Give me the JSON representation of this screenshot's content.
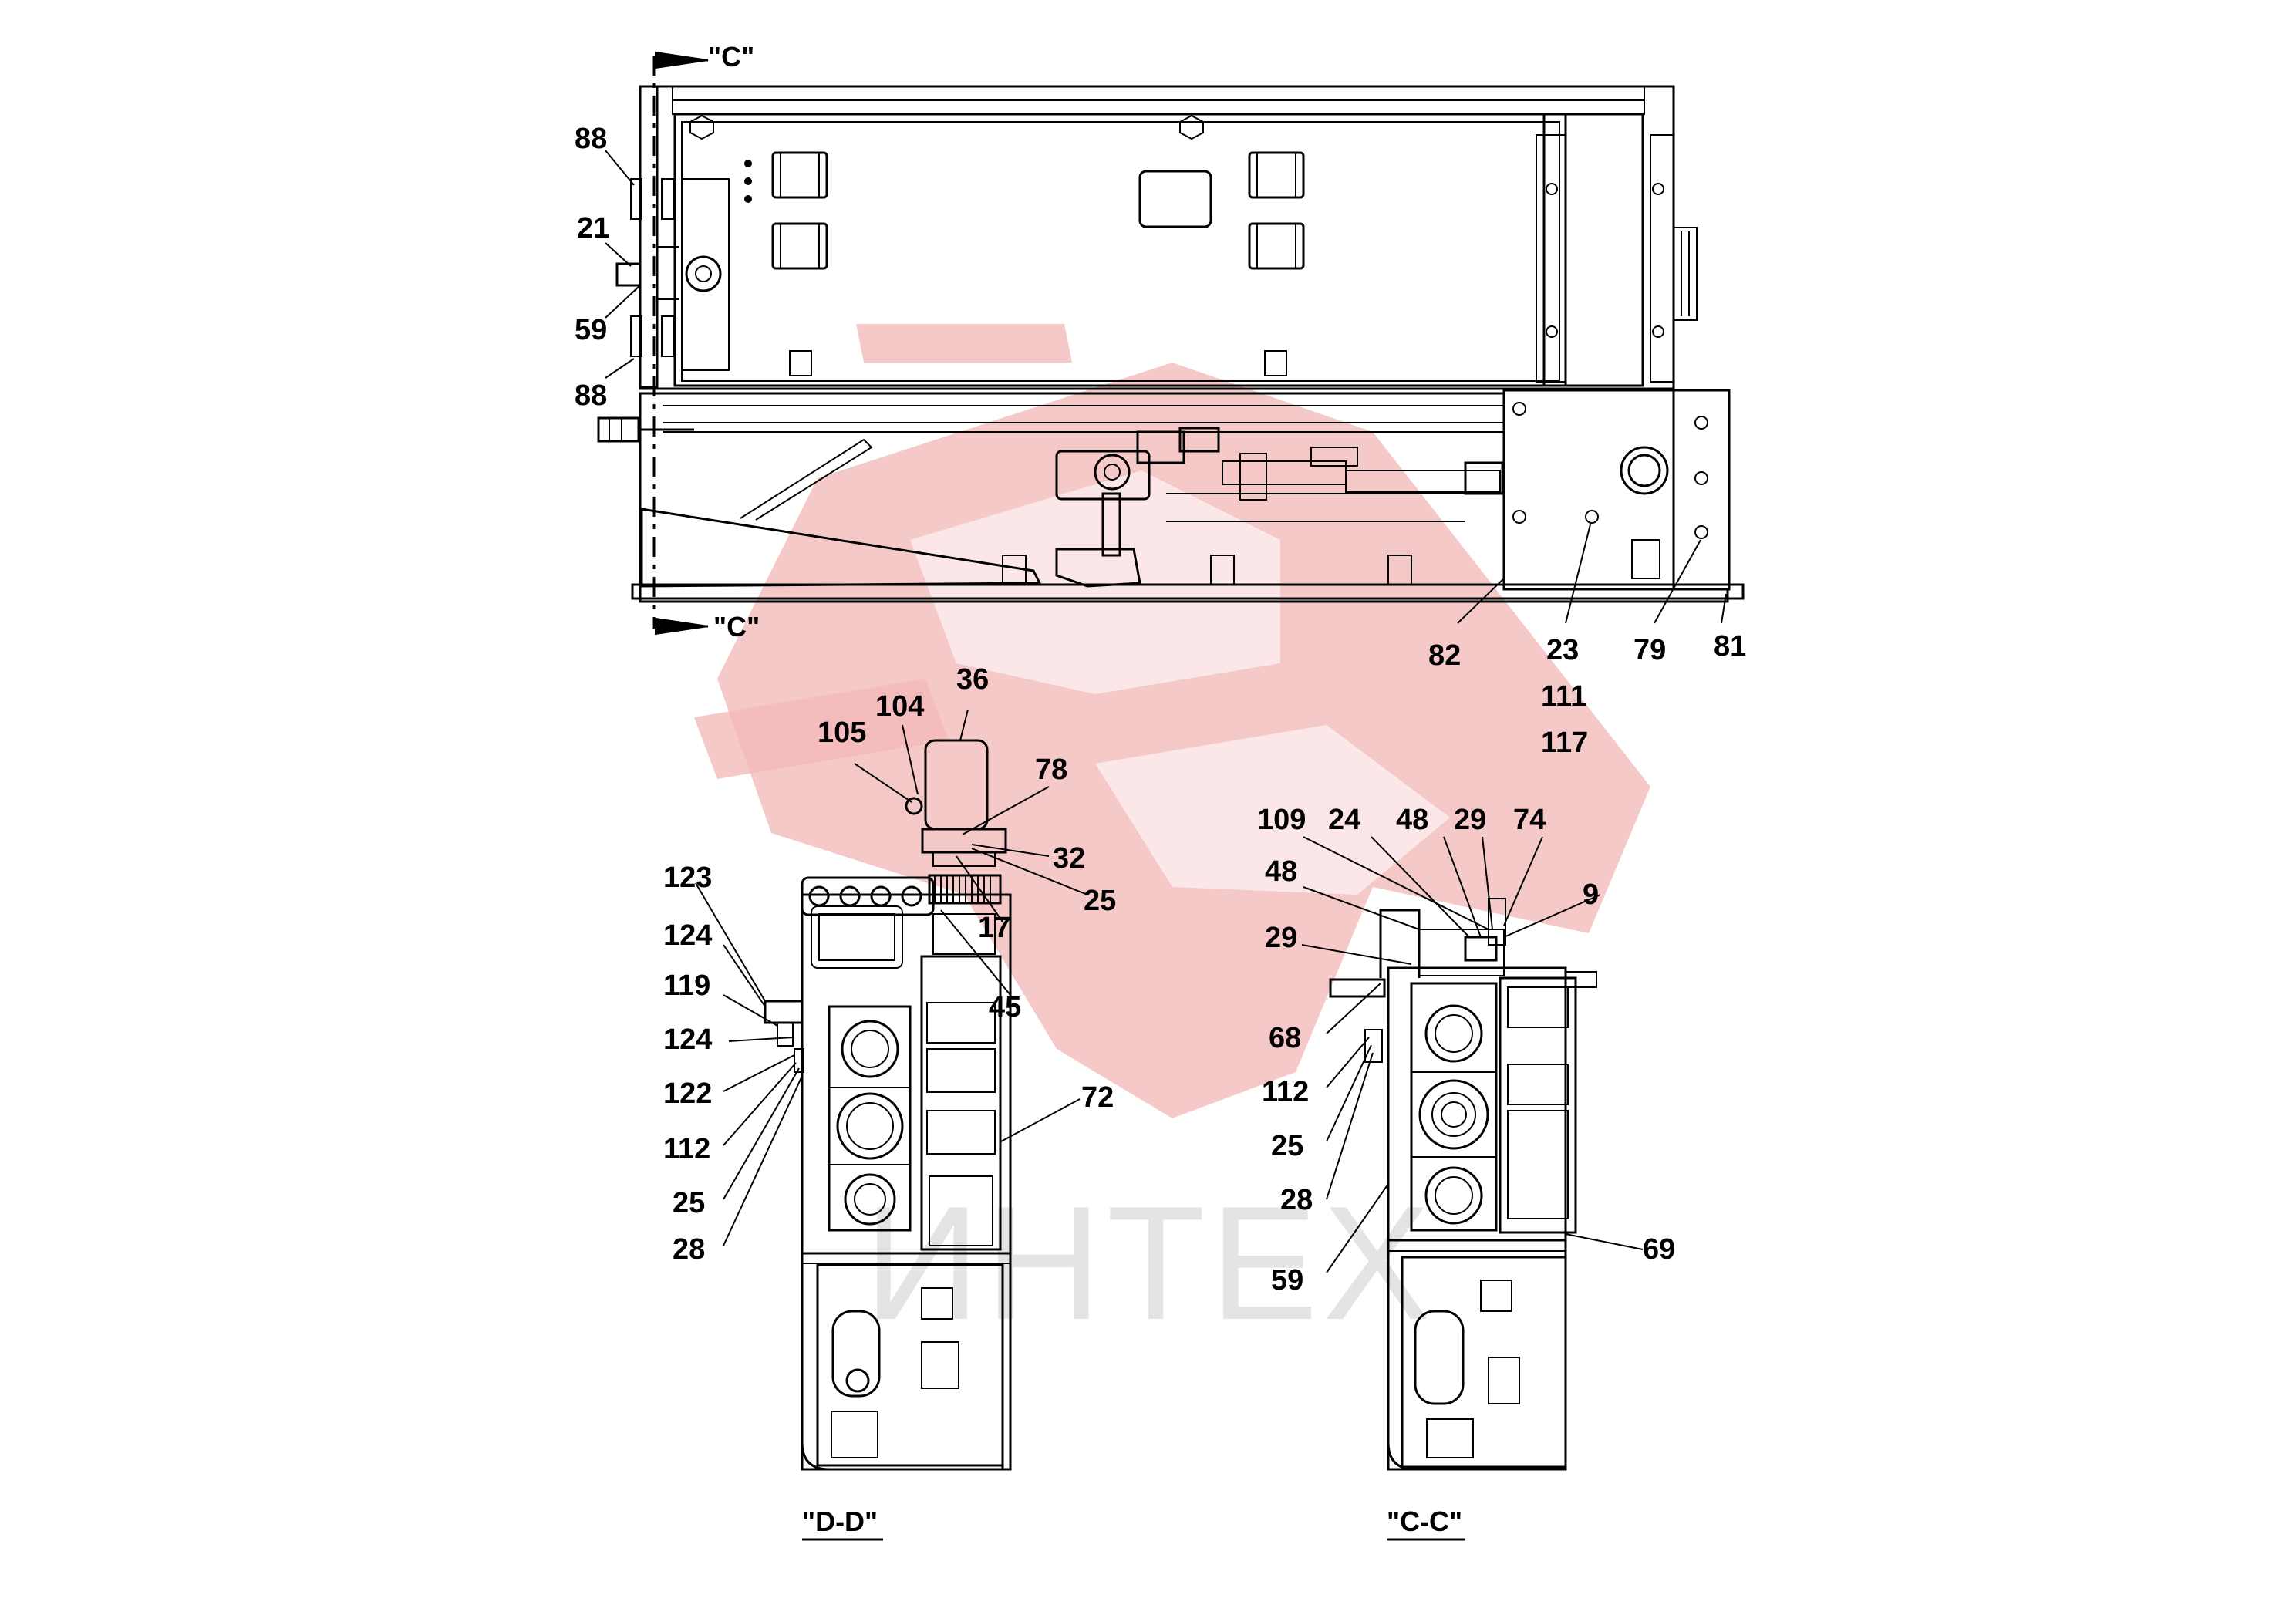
{
  "section_marks": {
    "top": "\"C\"",
    "bottom": "\"C\""
  },
  "view_titles": {
    "left": "\"D-D\"",
    "right": "\"C-C\""
  },
  "watermark": {
    "text": "ИНТЕХ",
    "color": "#f3b7b7"
  },
  "callouts": {
    "top_left": [
      "88",
      "21",
      "59",
      "88"
    ],
    "top_bottom": [
      "82",
      "23",
      "79",
      "81"
    ],
    "top_stack": [
      "111",
      "117"
    ],
    "dd": [
      "36",
      "104",
      "105",
      "78",
      "32",
      "25",
      "17",
      "45",
      "72",
      "123",
      "124",
      "119",
      "124",
      "122",
      "112",
      "25",
      "28"
    ],
    "cc": [
      "109",
      "24",
      "48",
      "29",
      "74",
      "9",
      "48",
      "29",
      "68",
      "112",
      "25",
      "28",
      "59",
      "69"
    ]
  }
}
